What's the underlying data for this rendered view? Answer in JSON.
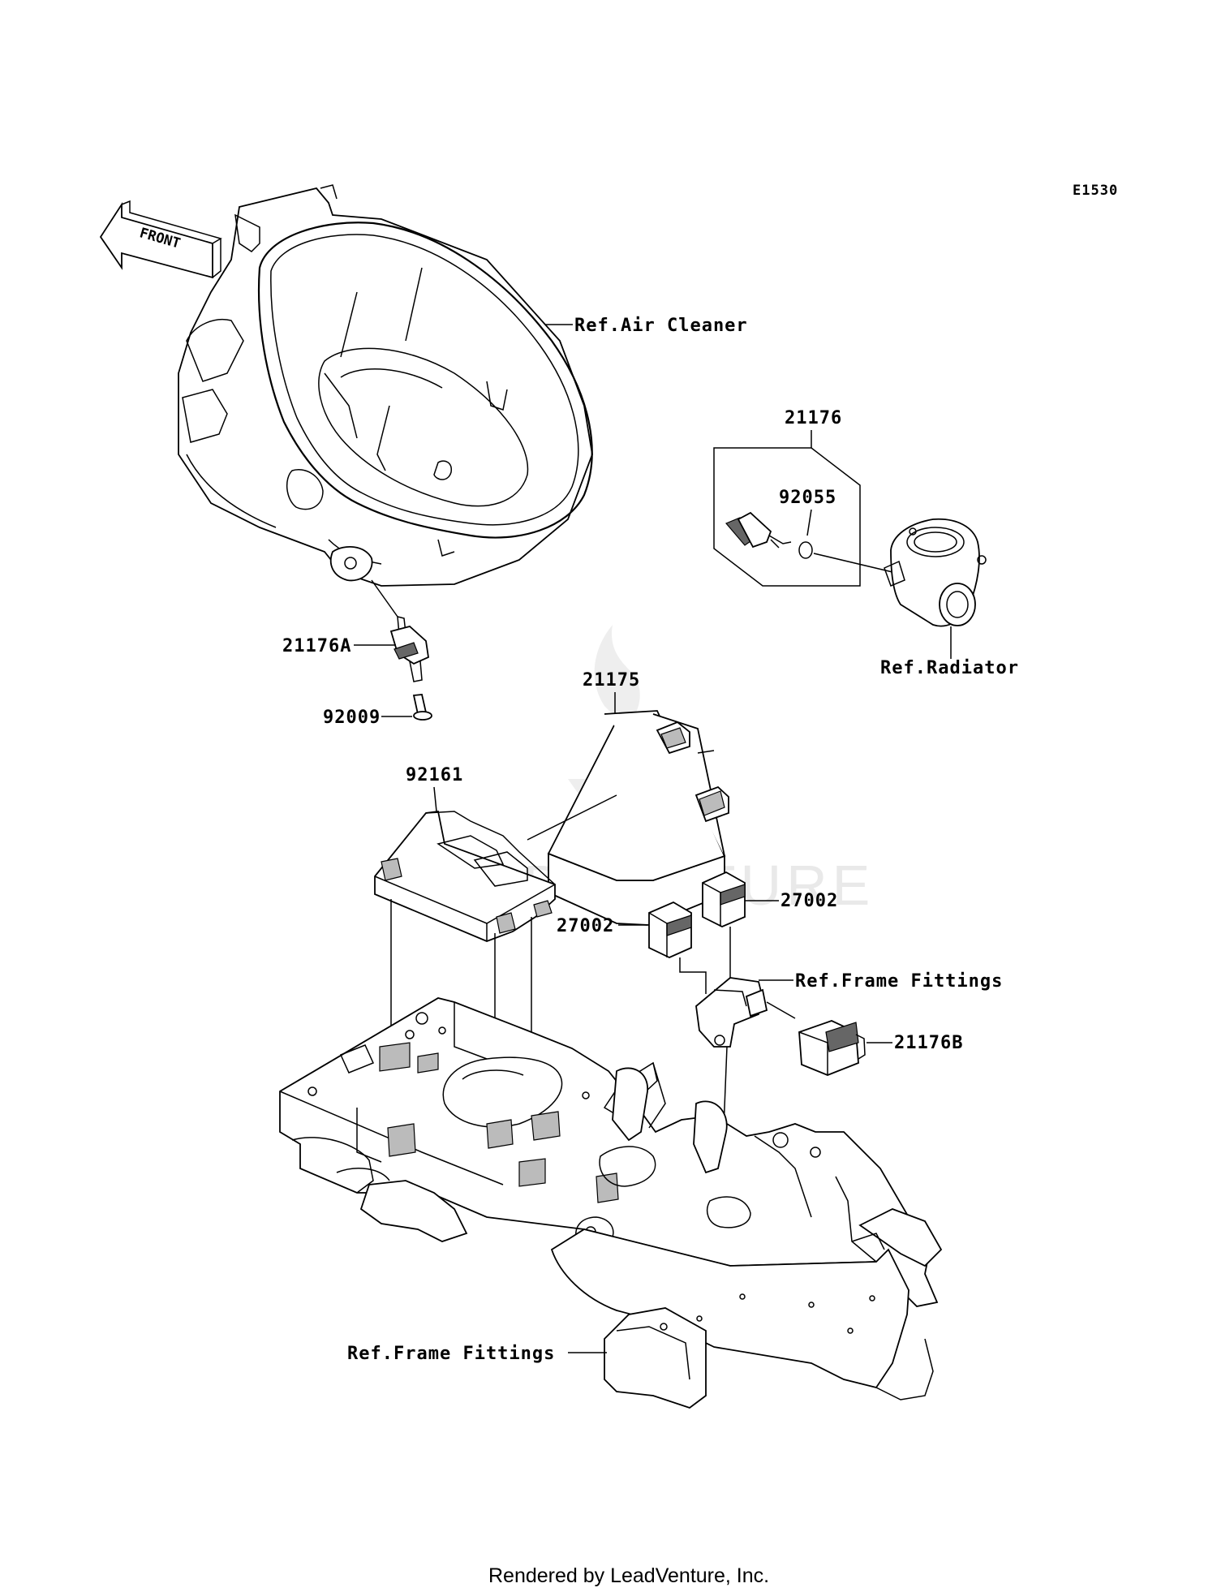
{
  "diagram": {
    "code": "E1530",
    "front_label": "FRONT",
    "watermark": "LEADVENTURE",
    "footer": "Rendered by LeadVenture, Inc.",
    "labels": {
      "ref_air_cleaner": "Ref.Air Cleaner",
      "p21176": "21176",
      "p92055": "92055",
      "ref_radiator": "Ref.Radiator",
      "p21176A": "21176A",
      "p92009": "92009",
      "p21175": "21175",
      "p92161": "92161",
      "p27002_right": "27002",
      "p27002_left": "27002",
      "ref_frame_fittings_upper": "Ref.Frame Fittings",
      "p21176B": "21176B",
      "ref_frame_fittings_lower": "Ref.Frame Fittings"
    }
  }
}
